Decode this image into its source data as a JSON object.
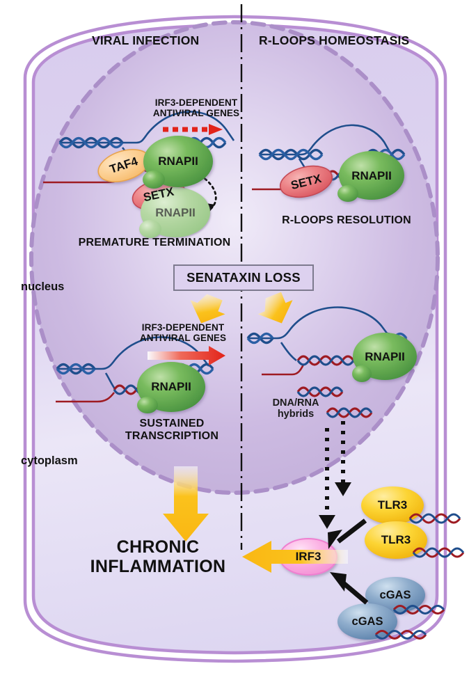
{
  "figure": {
    "title_left": "VIRAL INFECTION",
    "title_right": "R-LOOPS HOMEOSTASIS",
    "compartments": {
      "nucleus": "nucleus",
      "cytoplasm": "cytoplasm"
    },
    "central_box": "SENATAXIN LOSS",
    "outcome": "CHRONIC\nINFLAMMATION"
  },
  "panels": {
    "top_left": {
      "gene_label": "IRF3-DEPENDENT\nANTIVIRAL GENES",
      "caption": "PREMATURE TERMINATION",
      "proteins": [
        {
          "name": "TAF4",
          "color": "#f9c98a"
        },
        {
          "name": "SETX",
          "color": "#e8737c"
        },
        {
          "name": "RNAPII",
          "color": "#5aa84f"
        },
        {
          "name": "RNAPII",
          "color": "#a8d49b"
        }
      ]
    },
    "top_right": {
      "caption": "R-LOOPS RESOLUTION",
      "proteins": [
        {
          "name": "SETX",
          "color": "#e8737c"
        },
        {
          "name": "RNAPII",
          "color": "#5aa84f"
        }
      ]
    },
    "bottom_left": {
      "gene_label": "IRF3-DEPENDENT\nANTIVIRAL GENES",
      "caption": "SUSTAINED\nTRANSCRIPTION",
      "proteins": [
        {
          "name": "RNAPII",
          "color": "#5aa84f"
        }
      ]
    },
    "bottom_right": {
      "hybrids_label": "DNA/RNA\nhybrids",
      "proteins": [
        {
          "name": "RNAPII",
          "color": "#5aa84f"
        }
      ]
    },
    "cytoplasm_sensors": {
      "receptors": [
        {
          "name": "TLR3",
          "color": "#f5c41f"
        },
        {
          "name": "TLR3",
          "color": "#f5c41f"
        },
        {
          "name": "cGAS",
          "color": "#6f93bd"
        },
        {
          "name": "cGAS",
          "color": "#6f93bd"
        }
      ],
      "transcription_factor": {
        "name": "IRF3",
        "color": "#f9a6de"
      }
    }
  },
  "colors": {
    "membrane": "#b38cd1",
    "cell_fill_top": "#d8cdec",
    "cell_fill_bottom": "#e6e1f4",
    "nucleus_fill": "#cbbadf",
    "nucleus_border": "#a88cc4",
    "dna_blue": "#1f4e8c",
    "rna_red": "#9e1b22",
    "arrow_yellow": "#f9b713",
    "arrow_red": "#e2231a",
    "text": "#111111"
  }
}
